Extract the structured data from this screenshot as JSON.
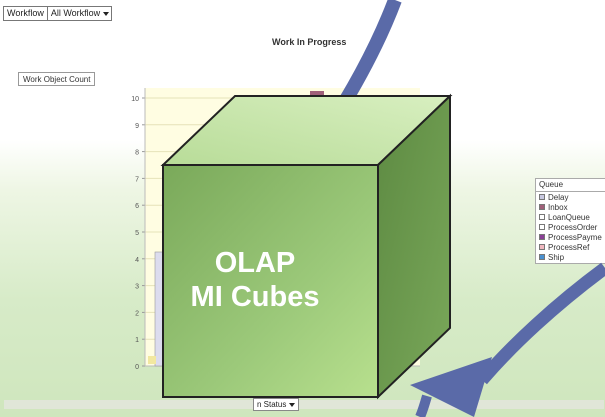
{
  "filter": {
    "label": "Workflow",
    "value": "All Workflow"
  },
  "chart": {
    "title": "Work In Progress",
    "measure_label": "Work Object Count",
    "bottom_dropdown": "n Status"
  },
  "legend": {
    "header": "Queue",
    "items": [
      {
        "label": "Delay",
        "color": "#c8c8e0"
      },
      {
        "label": "Inbox",
        "color": "#a0607a"
      },
      {
        "label": "LoanQueue",
        "color": "#ffffff"
      },
      {
        "label": "ProcessOrder",
        "color": "#ffffff"
      },
      {
        "label": "ProcessPayme",
        "color": "#8a3f96"
      },
      {
        "label": "ProcessRef",
        "color": "#f0b8c0"
      },
      {
        "label": "Ship",
        "color": "#4a90d0"
      }
    ]
  },
  "cube": {
    "line1": "OLAP",
    "line2": "MI Cubes"
  },
  "chart_data": {
    "type": "bar",
    "title": "Work In Progress",
    "ylabel": "Work Object Count",
    "ylim": [
      0,
      10
    ],
    "y_ticks": [
      "0",
      "1",
      "2",
      "3",
      "4",
      "5",
      "6",
      "7",
      "8",
      "9",
      "10"
    ],
    "legend_title": "Queue"
  }
}
